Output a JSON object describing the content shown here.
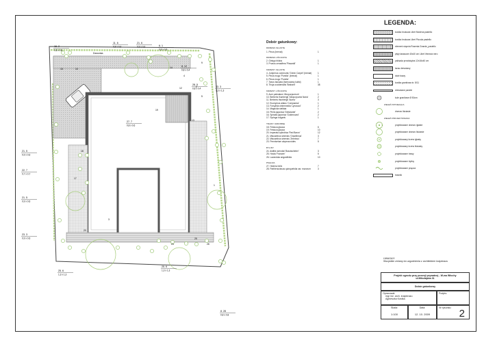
{
  "species_list": {
    "title": "Dobór gatunkowy:",
    "sections": [
      {
        "heading": "DRZEWA IGLASTE",
        "items": [
          {
            "name": "1. Pinus (brenat)",
            "qty": "1"
          }
        ]
      },
      {
        "heading": "DRZEWA LIŚCIASTE",
        "items": [
          {
            "name": "2. Ginkgo biloba",
            "qty": "1"
          },
          {
            "name": "3. Prunus cerasifera 'Pissardii'",
            "qty": "1"
          }
        ]
      },
      {
        "heading": "KRZEWY IGLASTE",
        "items": [
          {
            "name": "4. Juniperus communis 'Green Carpet' (brenat)",
            "qty": "1"
          },
          {
            "name": "5. Pinus mugo 'Pumilio' (brenat)",
            "qty": "1"
          },
          {
            "name": "6. Pinus mugo 'Pumilio'",
            "qty": "1"
          },
          {
            "name": "7. Taxus baccata (formowany kulist)",
            "qty": "1"
          },
          {
            "name": "8. Thuja occidentalis 'Brabant'",
            "qty": "38"
          }
        ]
      },
      {
        "heading": "KRZEWY LIŚCIASTE",
        "items": [
          {
            "name": "9. Acer palmatum 'Atropurpureum'",
            "qty": "1"
          },
          {
            "name": "10. Berberis thunbergii 'Atropurpurea Nana'",
            "qty": "2"
          },
          {
            "name": "11. Berberis thunbergii 'Aurea'",
            "qty": "3"
          },
          {
            "name": "12. Euonymus alatus 'Compactus'",
            "qty": "1"
          },
          {
            "name": "13. Forsythia xintermedia 'Lynwood'",
            "qty": "2"
          },
          {
            "name": "14. Magnolia stellata",
            "qty": "1"
          },
          {
            "name": "15. Pieris japonica 'Debutante'",
            "qty": "2"
          },
          {
            "name": "16. Spiraea japonica 'Goldmound'",
            "qty": "2"
          },
          {
            "name": "17. Syringa vulgaris",
            "qty": "1"
          }
        ]
      },
      {
        "heading": "TRAWY OZDOBNE",
        "items": [
          {
            "name": "18. Festuca glauca",
            "qty": "6"
          },
          {
            "name": "19. Festuca glauca",
            "qty": "10"
          },
          {
            "name": "20. Imperata cylindrica 'Red Baron'",
            "qty": "12"
          },
          {
            "name": "21. Miscanthus sinensis 'Gracillimus'",
            "qty": "3"
          },
          {
            "name": "22. Miscanthus sinensis 'Zebrinus'",
            "qty": "7"
          },
          {
            "name": "23. Pennisetum alopecuroides",
            "qty": "5"
          }
        ]
      },
      {
        "heading": "BYLINY",
        "items": [
          {
            "name": "24. Astilbe arendsii 'Brautschleier'",
            "qty": "3"
          },
          {
            "name": "25. Hosta 'Francee'",
            "qty": "5"
          },
          {
            "name": "26. Lavandula angustifolia",
            "qty": "10"
          }
        ]
      },
      {
        "heading": "PNĄCZA",
        "items": [
          {
            "name": "27. Hedera helix",
            "qty": "7"
          },
          {
            "name": "28. Parthenocissus quinquefolia var. murorum",
            "qty": "3"
          }
        ]
      }
    ]
  },
  "legend": {
    "title": "LEGENDA:",
    "items": [
      {
        "label": "kostka brukowa Libet Modena pastello",
        "pattern": "dots",
        "color": "#d8d8d8"
      },
      {
        "label": "kostka brukowa Libet Piccola pastello",
        "pattern": "grid",
        "color": "#e4e4e4"
      },
      {
        "label": "element stopnia Rosenta Grande_pastello",
        "pattern": "brick",
        "color": "#d0d0d0"
      },
      {
        "label": "płyty tarasowe 40x40 cm Libet Venezia nero",
        "pattern": "grid",
        "color": "#bdbdbd"
      },
      {
        "label": "palisada prostokątna 12x16x40 cm",
        "pattern": "hatch",
        "color": "#e0e0e0"
      },
      {
        "label": "taras drewniany",
        "pattern": "stripe",
        "color": "#cfcfcf"
      },
      {
        "label": "dwie trawy",
        "pattern": "plain",
        "color": "#ffffff"
      },
      {
        "label": "kostka granitowa śr. 8/11",
        "pattern": "dots",
        "color": "#efefef"
      },
      {
        "label": "drewniane panele",
        "pattern": "line",
        "color": "#ffffff"
      }
    ],
    "stone_label": "kule granitowe Ø 50cm",
    "group_existing": "ZIELEŃ ISTNIEJĄCA",
    "existing_items": [
      {
        "label": "drzewo liściaste",
        "symbol": "big-circle"
      }
    ],
    "group_planned": "ZIELEŃ PROJEKTOWANA",
    "planned_items": [
      {
        "label": "projektowane drzewo iglaste",
        "symbol": "star-circle"
      },
      {
        "label": "projektowane drzewo liściaste",
        "symbol": "big-circle"
      },
      {
        "label": "projektowany krzew iglasty",
        "symbol": "dot-circle"
      },
      {
        "label": "projektowany krzew liściasty",
        "symbol": "small-circle"
      },
      {
        "label": "projektowane trawy",
        "symbol": "star-small"
      },
      {
        "label": "projektowane byliny",
        "symbol": "tiny-circle"
      },
      {
        "label": "projektowane pnącza",
        "symbol": "vine"
      }
    ],
    "hedge_label": "trawnik"
  },
  "note": {
    "line1": "UWAGA!!!",
    "line2": "Wszystkie zmiany do uzgodnienia z architektem krajobrazu"
  },
  "title_block": {
    "project": "Projekt ogrodu przy posesji prywatnej - W-wa Włochy",
    "address": "ul.Mikołajska 31",
    "sheet_title": "Dobór gatunkowy",
    "author_label": "Opracował:",
    "author_line1": "mgr inż. arch. krajobrazu",
    "author_line2": "Agnieszka Kostka",
    "signature_label": "Podpis:",
    "scale_label": "Skala:",
    "scale_value": "1:100",
    "date_label": "Data:",
    "date_value": "12. 10. 2009",
    "sheet_no_label": "Nr rysunku:",
    "sheet_no_value": "2"
  },
  "plan": {
    "driveway_label": "Dzwonka",
    "plant_tags": [
      {
        "code": "16. 2",
        "size": "0,8 x 0,8"
      },
      {
        "code": "11. 6",
        "size": "0,8 x 0,6"
      },
      {
        "code": "21. 6",
        "size": "0,9 x 0,6"
      },
      {
        "code": "6. 1",
        "size": "0,8 x 0,8"
      },
      {
        "code": "8. 12",
        "size": "0,8 x 0,4"
      },
      {
        "code": "28. 5",
        "size": "0,8 x 0,4"
      },
      {
        "code": "23. 3",
        "size": "1,3 x 1,3"
      },
      {
        "code": "27. 7",
        "size": "0,8 x 0,6"
      },
      {
        "code": "21. 5",
        "size": "0,9 x 0,6"
      },
      {
        "code": "22. 7",
        "size": "0,7 x 0,7"
      },
      {
        "code": "21. 5",
        "size": "0,9 x 0,6"
      },
      {
        "code": "23. 3",
        "size": "0,9 x 0,6"
      },
      {
        "code": "25. 6",
        "size": "1,3 x 1,3"
      },
      {
        "code": "25. 6",
        "size": "1,3 x 1,3"
      },
      {
        "code": "8. 28",
        "size": "0,8 x 0,8"
      }
    ],
    "numbers": [
      "15",
      "10",
      "13",
      "4",
      "14",
      "12",
      "18",
      "17",
      "19",
      "3",
      "20",
      "1",
      "5",
      "2",
      "24",
      "25",
      "26",
      "9"
    ]
  }
}
